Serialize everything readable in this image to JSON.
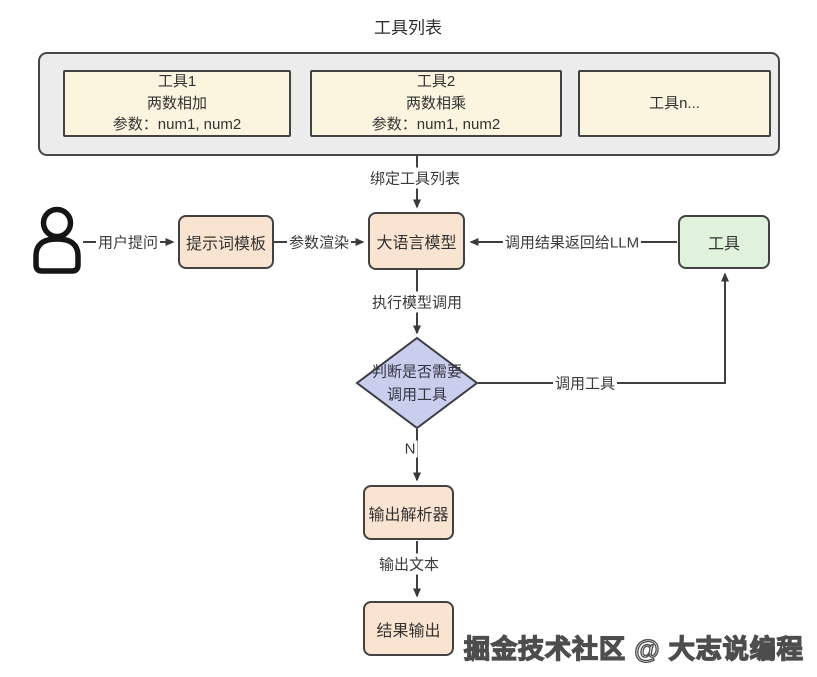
{
  "title": "工具列表",
  "tool_list": {
    "tool1": {
      "line1": "工具1",
      "line2": "两数相加",
      "line3": "参数：num1, num2"
    },
    "tool2": {
      "line1": "工具2",
      "line2": "两数相乘",
      "line3": "参数：num1, num2"
    },
    "tool3": {
      "line1": "工具n..."
    }
  },
  "nodes": {
    "prompt_template": "提示词模板",
    "llm": "大语言模型",
    "tool": "工具",
    "decision_line1": "判断是否需要",
    "decision_line2": "调用工具",
    "output_parser": "输出解析器",
    "result_output": "结果输出"
  },
  "edges": {
    "bind_tools": "绑定工具列表",
    "user_question": "用户提问",
    "param_render": "参数渲染",
    "result_to_llm": "调用结果返回给LLM",
    "execute_model_call": "执行模型调用",
    "call_tool": "调用工具",
    "no_branch": "N",
    "output_text": "输出文本"
  },
  "watermark": "掘金技术社区 @ 大志说编程",
  "colors": {
    "tool_item_fill": "#FBF4DF",
    "container_fill": "#ECECEC",
    "process_fill": "#F9E4D1",
    "tool_node_fill": "#E0F2DC",
    "decision_fill": "#C9CEEC",
    "line": "#3F3F3F"
  }
}
